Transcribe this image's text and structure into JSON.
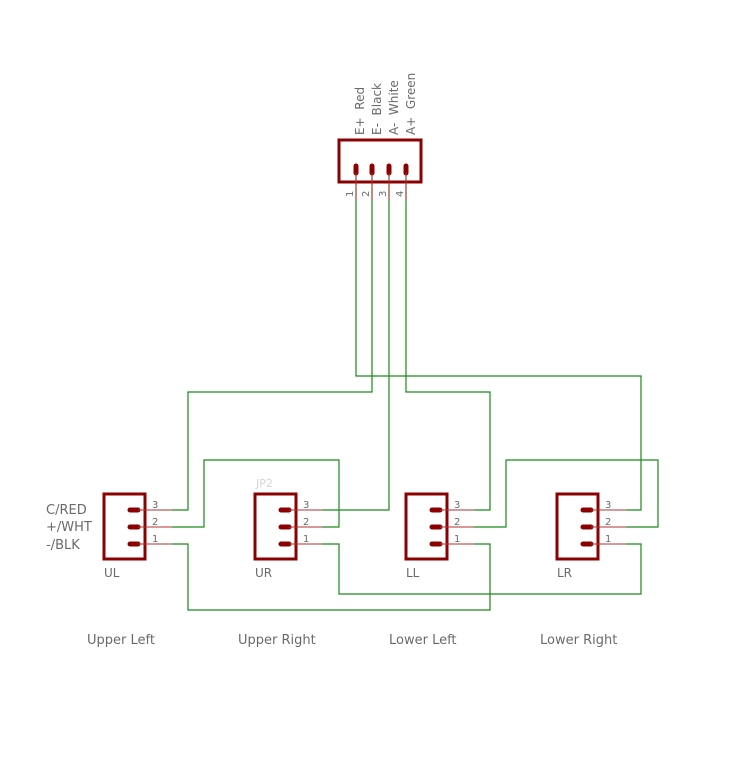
{
  "main_connector": {
    "pin_labels": [
      "E+  Red",
      "E-  Black",
      "A-  White",
      "A+  Green"
    ],
    "pin_numbers": [
      "1",
      "2",
      "3",
      "4"
    ]
  },
  "load_cell_wire_legend": [
    "C/RED",
    "+/WHT",
    "-/BLK"
  ],
  "ghost_label": "JP2",
  "sensors": [
    {
      "name": "UL",
      "caption": "Upper Left",
      "pins": [
        "3",
        "2",
        "1"
      ]
    },
    {
      "name": "UR",
      "caption": "Upper Right",
      "pins": [
        "3",
        "2",
        "1"
      ]
    },
    {
      "name": "LL",
      "caption": "Lower Left",
      "pins": [
        "3",
        "2",
        "1"
      ]
    },
    {
      "name": "LR",
      "caption": "Lower Right",
      "pins": [
        "3",
        "2",
        "1"
      ]
    }
  ],
  "colors": {
    "wire": "#1a8a1a",
    "component": "#8b0000",
    "text": "#6a6a6a"
  }
}
